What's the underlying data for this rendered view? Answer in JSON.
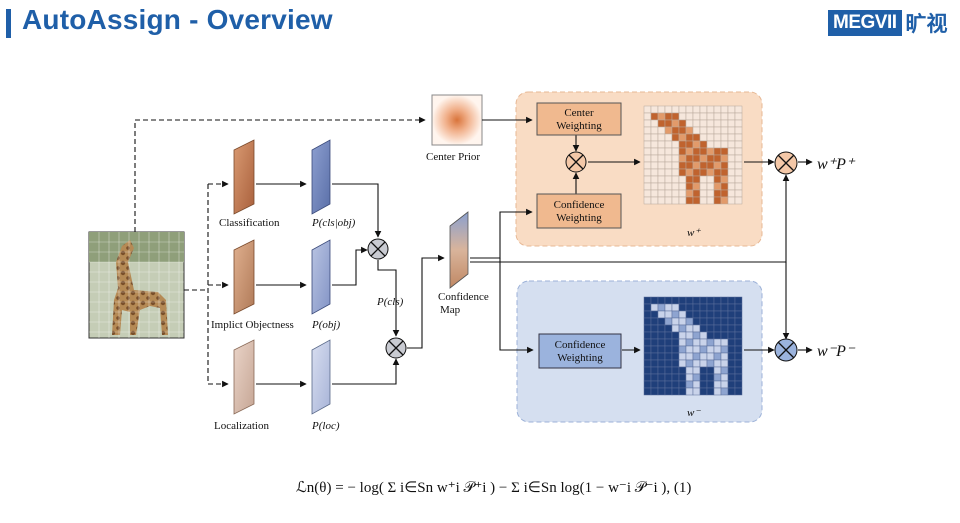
{
  "header": {
    "title": "AutoAssign - Overview",
    "logo_text": "MEGVII",
    "logo_cn": "旷视",
    "accent_color": "#1f5fa8"
  },
  "diagram": {
    "branches": {
      "classification": {
        "label": "Classification",
        "prob": "P(cls|obj)"
      },
      "objectness": {
        "label": "Implict Objectness",
        "prob": "P(obj)"
      },
      "localization": {
        "label": "Localization",
        "prob": "P(loc)"
      }
    },
    "combined_prob": "P(cls)",
    "confidence_map": {
      "line1": "Confidence",
      "line2": "Map"
    },
    "center_prior": "Center Prior",
    "positive": {
      "center_weighting": {
        "line1": "Center",
        "line2": "Weighting"
      },
      "confidence_weighting": {
        "line1": "Confidence",
        "line2": "Weighting"
      },
      "grid_label": "w⁺",
      "output": "w⁺P⁺",
      "bg_color": "#f9dcc4",
      "box_color": "#f0b98f"
    },
    "negative": {
      "confidence_weighting": {
        "line1": "Confidence",
        "line2": "Weighting"
      },
      "grid_label": "w⁻",
      "output": "w⁻P⁻",
      "bg_color": "#d5dff0",
      "box_color": "#9bb3dd"
    }
  },
  "formula": {
    "text": "ℒn(θ) = − log( Σ i∈Sn w⁺i 𝒫⁺i ) − Σ i∈Sn log(1 − w⁻i 𝒫⁻i ),  (1)"
  }
}
